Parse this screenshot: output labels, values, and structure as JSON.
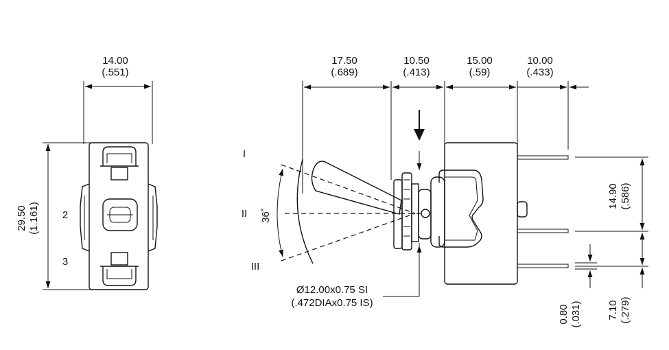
{
  "front_view": {
    "width_mm": "14.00",
    "width_in": "(.551)",
    "height_mm": "29.50",
    "height_in": "(1.161)",
    "terminal_2": "2",
    "terminal_3": "3"
  },
  "side_view": {
    "dim_a_mm": "17.50",
    "dim_a_in": "(.689)",
    "dim_b_mm": "10.50",
    "dim_b_in": "(.413)",
    "dim_c_mm": "15.00",
    "dim_c_in": "(.59)",
    "dim_d_mm": "10.00",
    "dim_d_in": "(.433)",
    "pos_1": "I",
    "pos_2": "II",
    "pos_3": "III",
    "angle": "36˚",
    "thread_mm": "Ø12.00x0.75 SI",
    "thread_in": "(.472DIAx0.75 IS)",
    "pin_pitch_mm": "14.90",
    "pin_pitch_in": "(.586)",
    "pin_thick_mm": "0.80",
    "pin_thick_in": "(.031)",
    "pin_gap_mm": "7.10",
    "pin_gap_in": "(.279)"
  }
}
